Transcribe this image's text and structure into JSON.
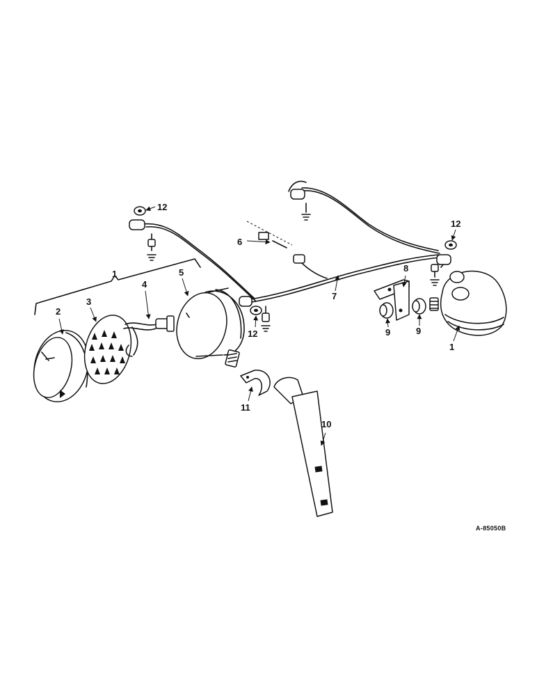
{
  "diagram": {
    "reference_code": "A-85050B",
    "callouts": {
      "c1_assembly": "1",
      "c1_lamp": "1",
      "c2": "2",
      "c3": "3",
      "c4": "4",
      "c5": "5",
      "c6": "6",
      "c7": "7",
      "c8": "8",
      "c9a": "9",
      "c9b": "9",
      "c10": "10",
      "c11": "11",
      "c12a": "12",
      "c12b": "12",
      "c12c": "12"
    }
  }
}
